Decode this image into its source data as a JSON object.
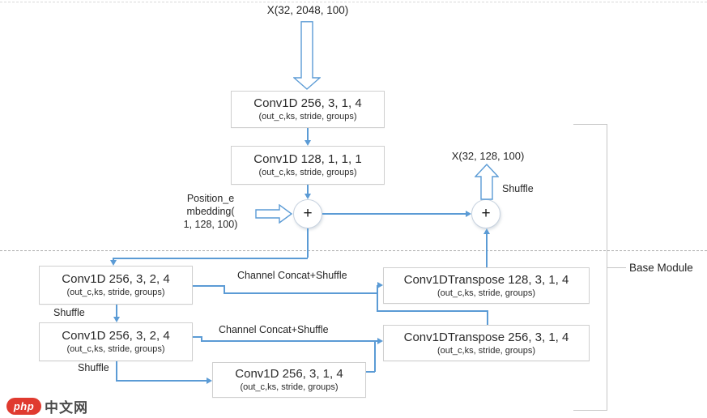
{
  "colors": {
    "accent_blue": "#5b9bd5",
    "box_border": "#cfcfcf",
    "dash_gray": "#ababab",
    "bracket_gray": "#c6c6c6",
    "text_dark": "#262626",
    "watermark_red": "#e03a2f",
    "watermark_text_gray": "#4a4a4a"
  },
  "diagram": {
    "input_label": "X(32, 2048, 100)",
    "output_label": "X(32, 128, 100)",
    "position_embedding": [
      "Position_e",
      "mbedding(",
      "1, 128, 100)"
    ],
    "plus_left": "+",
    "plus_right": "+",
    "shuffle_output": "Shuffle",
    "shuffle_down1": "Shuffle",
    "shuffle_down2": "Shuffle",
    "concat_top": "Channel Concat+Shuffle",
    "concat_bottom": "Channel Concat+Shuffle",
    "base_module": "Base Module",
    "nodes": {
      "enc1": {
        "title": "Conv1D 256, 3, 1, 4",
        "subtitle": "(out_c,ks, stride, groups)"
      },
      "enc2": {
        "title": "Conv1D 128, 1, 1, 1",
        "subtitle": "(out_c,ks, stride, groups)"
      },
      "down1": {
        "title": "Conv1D 256, 3, 2, 4",
        "subtitle": "(out_c,ks, stride, groups)"
      },
      "down2": {
        "title": "Conv1D 256, 3, 2, 4",
        "subtitle": "(out_c,ks, stride, groups)"
      },
      "mid": {
        "title": "Conv1D 256, 3, 1, 4",
        "subtitle": "(out_c,ks, stride, groups)"
      },
      "up1": {
        "title": "Conv1DTranspose 256, 3, 1, 4",
        "subtitle": "(out_c,ks, stride, groups)"
      },
      "up2": {
        "title": "Conv1DTranspose 128, 3, 1, 4",
        "subtitle": "(out_c,ks, stride, groups)"
      }
    }
  },
  "watermark": {
    "badge": "php",
    "site": "中文网"
  }
}
